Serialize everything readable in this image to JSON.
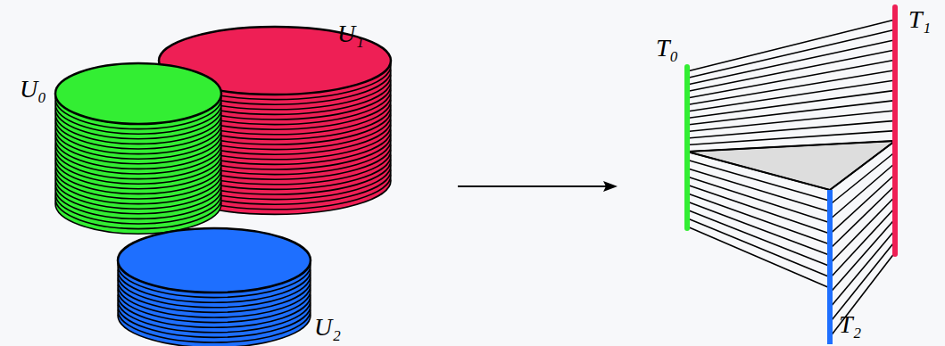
{
  "diagram": {
    "labels": [
      "U₀",
      "U₁",
      "U₂",
      "T₀",
      "T₁",
      "T₂"
    ]
  }
}
